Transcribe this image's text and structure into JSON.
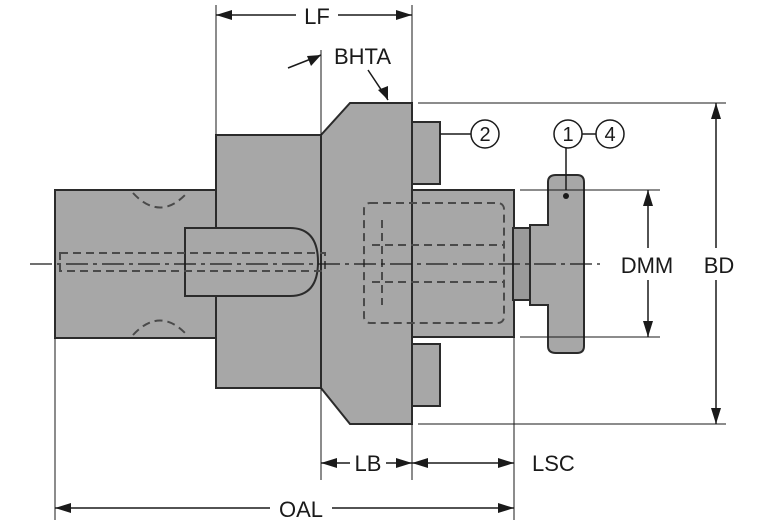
{
  "dimensions": {
    "lf": "LF",
    "bhta": "BHTA",
    "dmm": "DMM",
    "bd": "BD",
    "lb": "LB",
    "lsc": "LSC",
    "oal": "OAL"
  },
  "callouts": {
    "item2": "2",
    "item1": "1",
    "item4": "4"
  },
  "colors": {
    "body": "#a7a7a7",
    "line": "#1a1a1a"
  }
}
